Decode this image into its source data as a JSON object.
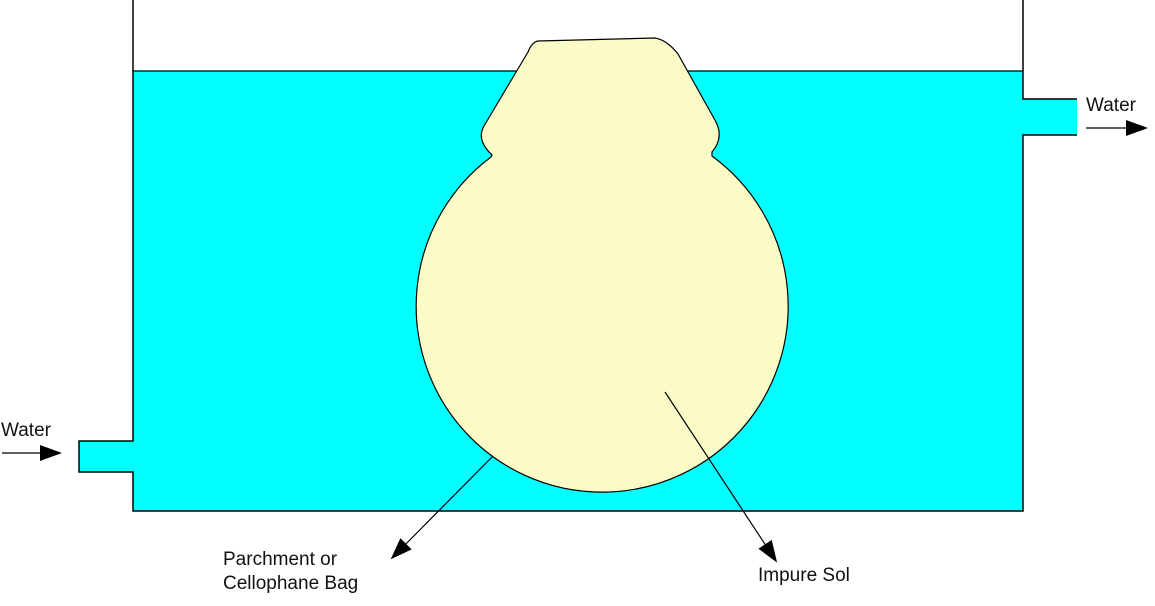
{
  "diagram": {
    "colors": {
      "water": "#00FFFF",
      "bag_fill": "#FBFBC8",
      "outline": "#000000",
      "background": "#FFFFFF"
    },
    "labels": {
      "water_inlet": "Water",
      "water_outlet": "Water",
      "bag_line1": "Parchment or",
      "bag_line2": "Cellophane Bag",
      "impure_sol": "Impure Sol"
    }
  }
}
